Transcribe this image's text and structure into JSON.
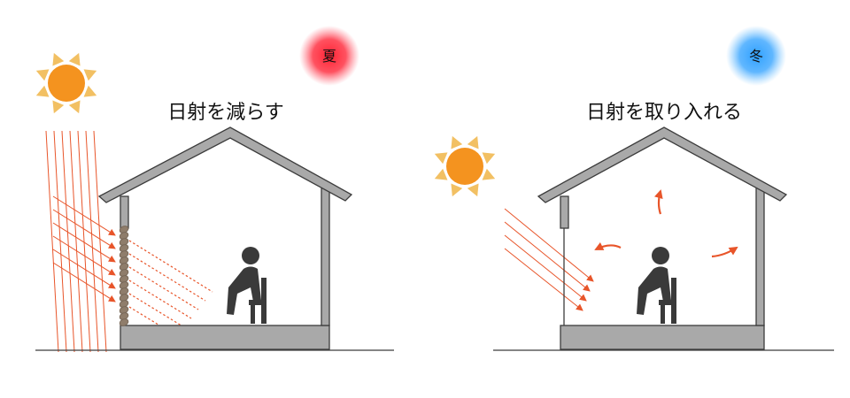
{
  "summer": {
    "badge_label": "夏",
    "badge_color": "#ff2a3c",
    "caption": "日射を減らす",
    "icons": [
      "sun-icon",
      "house-icon",
      "shading-screen-icon",
      "seated-person-icon"
    ]
  },
  "winter": {
    "badge_label": "冬",
    "badge_color": "#3aa6ff",
    "caption": "日射を取り入れる",
    "icons": [
      "sun-icon",
      "house-icon",
      "warm-air-arrow-icon",
      "seated-person-icon"
    ]
  },
  "colors": {
    "sun": "#f4931f",
    "sun_rays": "#f2c063",
    "ray": "#e8552a",
    "wall": "#a9a9a9",
    "outline": "#3c3c3c",
    "floor": "#a9a9a9",
    "person": "#3a3a3a",
    "screen": "#7a6a5a"
  }
}
